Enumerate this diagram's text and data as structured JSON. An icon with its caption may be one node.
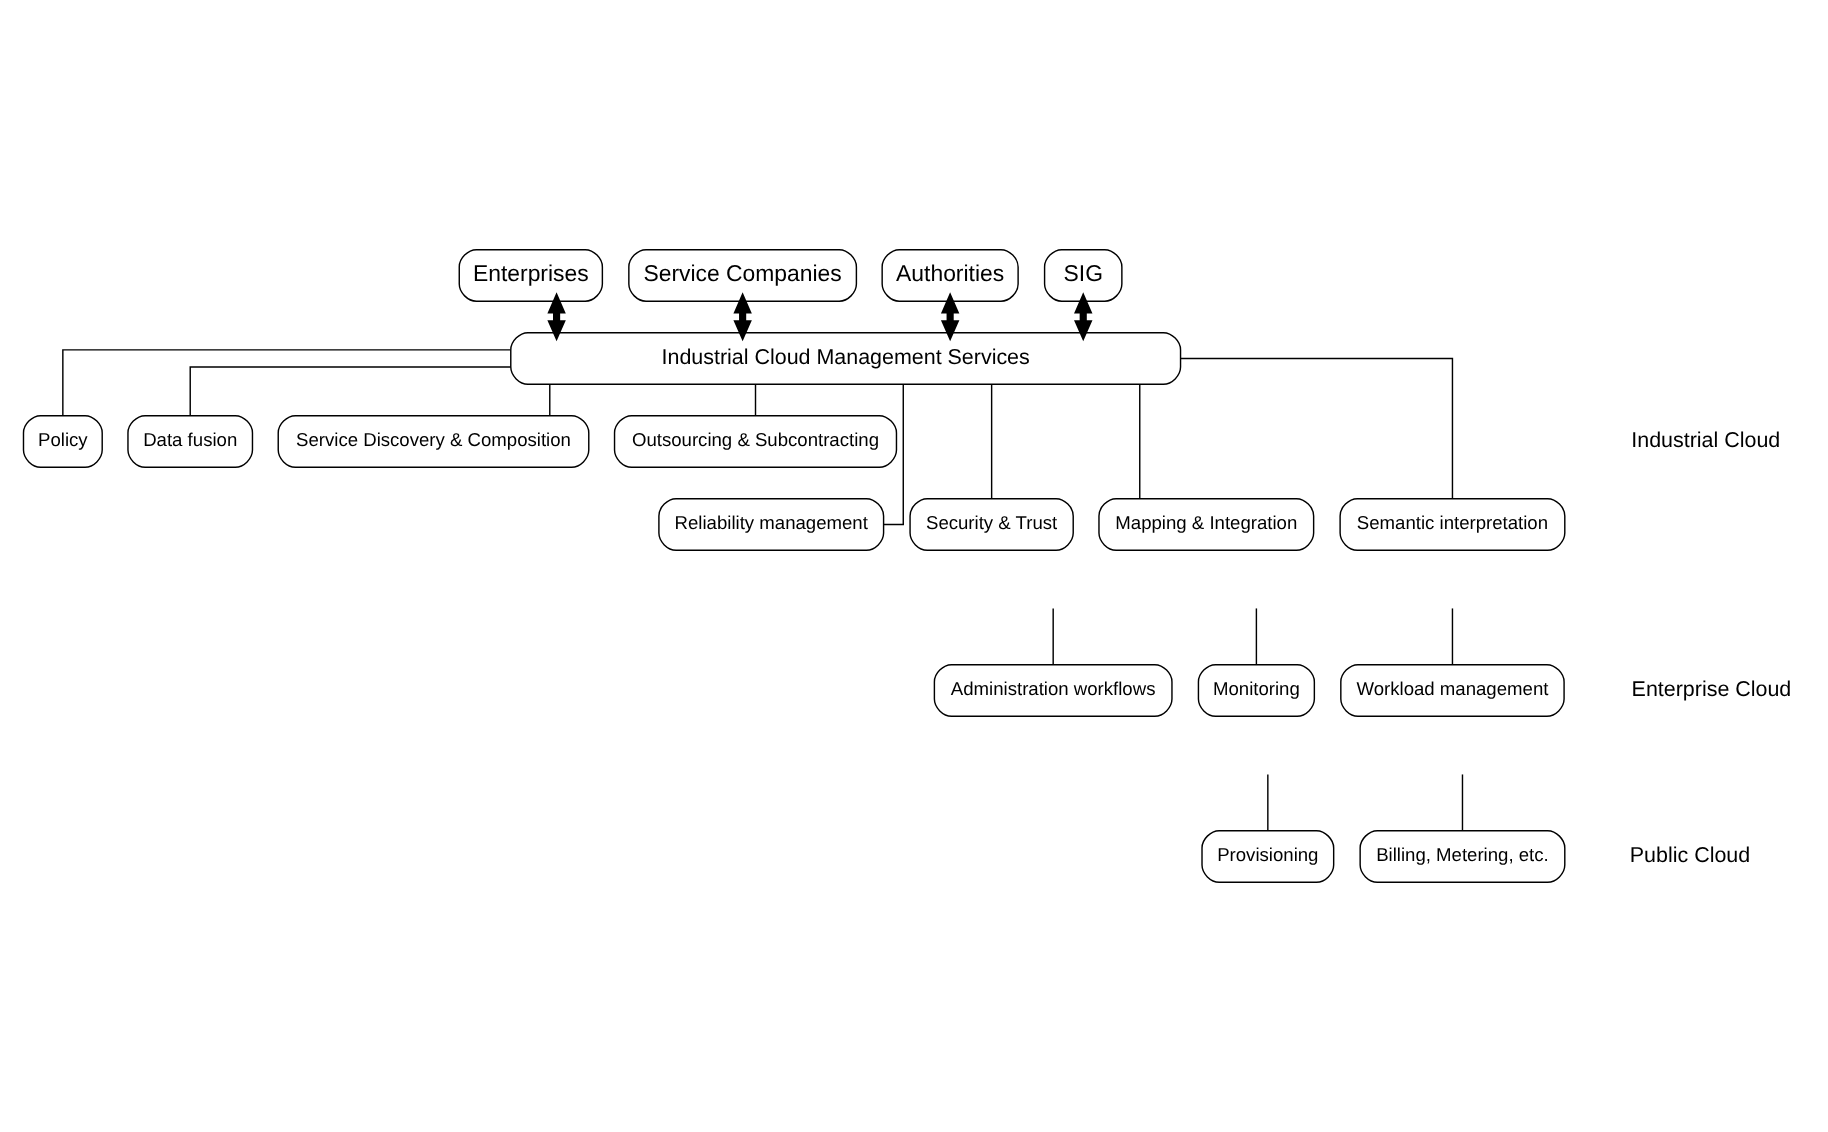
{
  "diagram": {
    "nodes": [
      {
        "text": [
          "Enterprises"
        ]
      },
      {
        "text": [
          "Service Companies"
        ]
      },
      {
        "text": [
          "Authorities"
        ]
      },
      {
        "text": [
          "SIG"
        ]
      },
      {
        "text": [
          "Industrial Cloud Management Services"
        ]
      },
      {
        "text": [
          "Policy"
        ]
      },
      {
        "text": [
          "Data fusion"
        ]
      },
      {
        "text": [
          "Service Discovery & Composition"
        ]
      },
      {
        "text": [
          "Outsourcing & Subcontracting"
        ]
      },
      {
        "text": [
          "Reliability management"
        ]
      },
      {
        "text": [
          "Security & Trust"
        ]
      },
      {
        "text": [
          "Mapping & Integration"
        ]
      },
      {
        "text": [
          "Semantic interpretation"
        ]
      },
      {
        "text": [
          "Administration workflows"
        ]
      },
      {
        "text": [
          "Monitoring"
        ]
      },
      {
        "text": [
          "Workload management"
        ]
      },
      {
        "text": [
          "Provisioning"
        ]
      },
      {
        "text": [
          "Billing, Metering, etc."
        ]
      }
    ],
    "edges": [
      {
        "from": 0,
        "to": 4,
        "arrow": "both",
        "style": "thick"
      },
      {
        "from": 1,
        "to": 4,
        "arrow": "both",
        "style": "thick"
      },
      {
        "from": 2,
        "to": 4,
        "arrow": "both",
        "style": "thick"
      },
      {
        "from": 3,
        "to": 4,
        "arrow": "both",
        "style": "thick"
      },
      {
        "from": 4,
        "to": 5,
        "arrow": "none"
      },
      {
        "from": 4,
        "to": 6,
        "arrow": "none"
      },
      {
        "from": 4,
        "to": 7,
        "arrow": "none"
      },
      {
        "from": 4,
        "to": 8,
        "arrow": "none"
      },
      {
        "from": 4,
        "to": 9,
        "arrow": "none"
      },
      {
        "from": 4,
        "to": 10,
        "arrow": "none"
      },
      {
        "from": 4,
        "to": 11,
        "arrow": "none"
      },
      {
        "from": 4,
        "to": 12,
        "arrow": "none"
      },
      {
        "from": null,
        "to": 13,
        "arrow": "none"
      },
      {
        "from": null,
        "to": 14,
        "arrow": "none"
      },
      {
        "from": null,
        "to": 15,
        "arrow": "none"
      },
      {
        "from": null,
        "to": 16,
        "arrow": "none"
      },
      {
        "from": null,
        "to": 17,
        "arrow": "none"
      }
    ],
    "labels": [
      "Industrial Cloud",
      "Enterprise Cloud",
      "Public Cloud"
    ]
  }
}
